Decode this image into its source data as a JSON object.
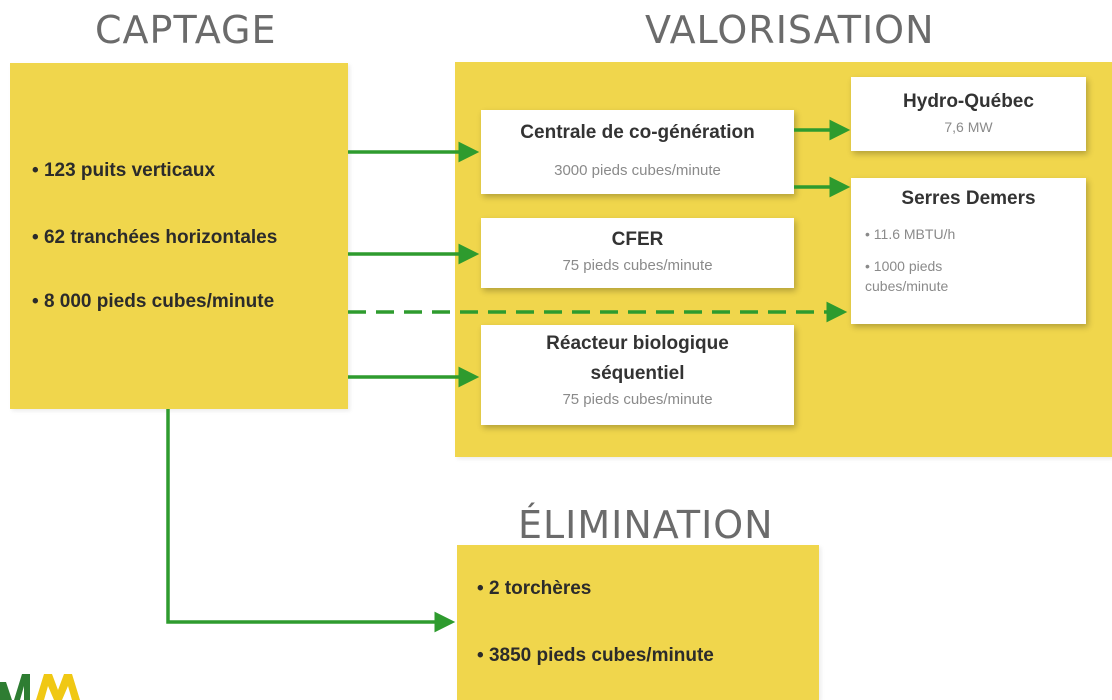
{
  "headings": {
    "captage": "CAPTAGE",
    "valorisation": "VALORISATION",
    "elimination": "ÉLIMINATION"
  },
  "captage": {
    "items": [
      "123 puits verticaux",
      "62 tranchées horizontales",
      "8 000 pieds cubes/minute"
    ]
  },
  "valorisation": {
    "cogen": {
      "title": "Centrale de co-génération",
      "sub": "3000 pieds cubes/minute"
    },
    "cfer": {
      "title": "CFER",
      "sub": "75 pieds cubes/minute"
    },
    "reacteur": {
      "title_line1": "Réacteur biologique",
      "title_line2": "séquentiel",
      "sub": "75 pieds cubes/minute"
    },
    "hydro": {
      "title": "Hydro-Québec",
      "sub": "7,6 MW"
    },
    "serres": {
      "title": "Serres Demers",
      "item1": "11.6 MBTU/h",
      "item2_line1": "1000 pieds",
      "item2_line2": "cubes/minute"
    }
  },
  "elimination": {
    "items": [
      "2 torchères",
      "3850 pieds cubes/minute"
    ]
  },
  "colors": {
    "yellow": "#f0d64c",
    "arrow": "#2e9b2e",
    "heading": "#6b6b6b",
    "logo_green": "#2e7d32",
    "logo_yellow": "#f0d64c"
  }
}
